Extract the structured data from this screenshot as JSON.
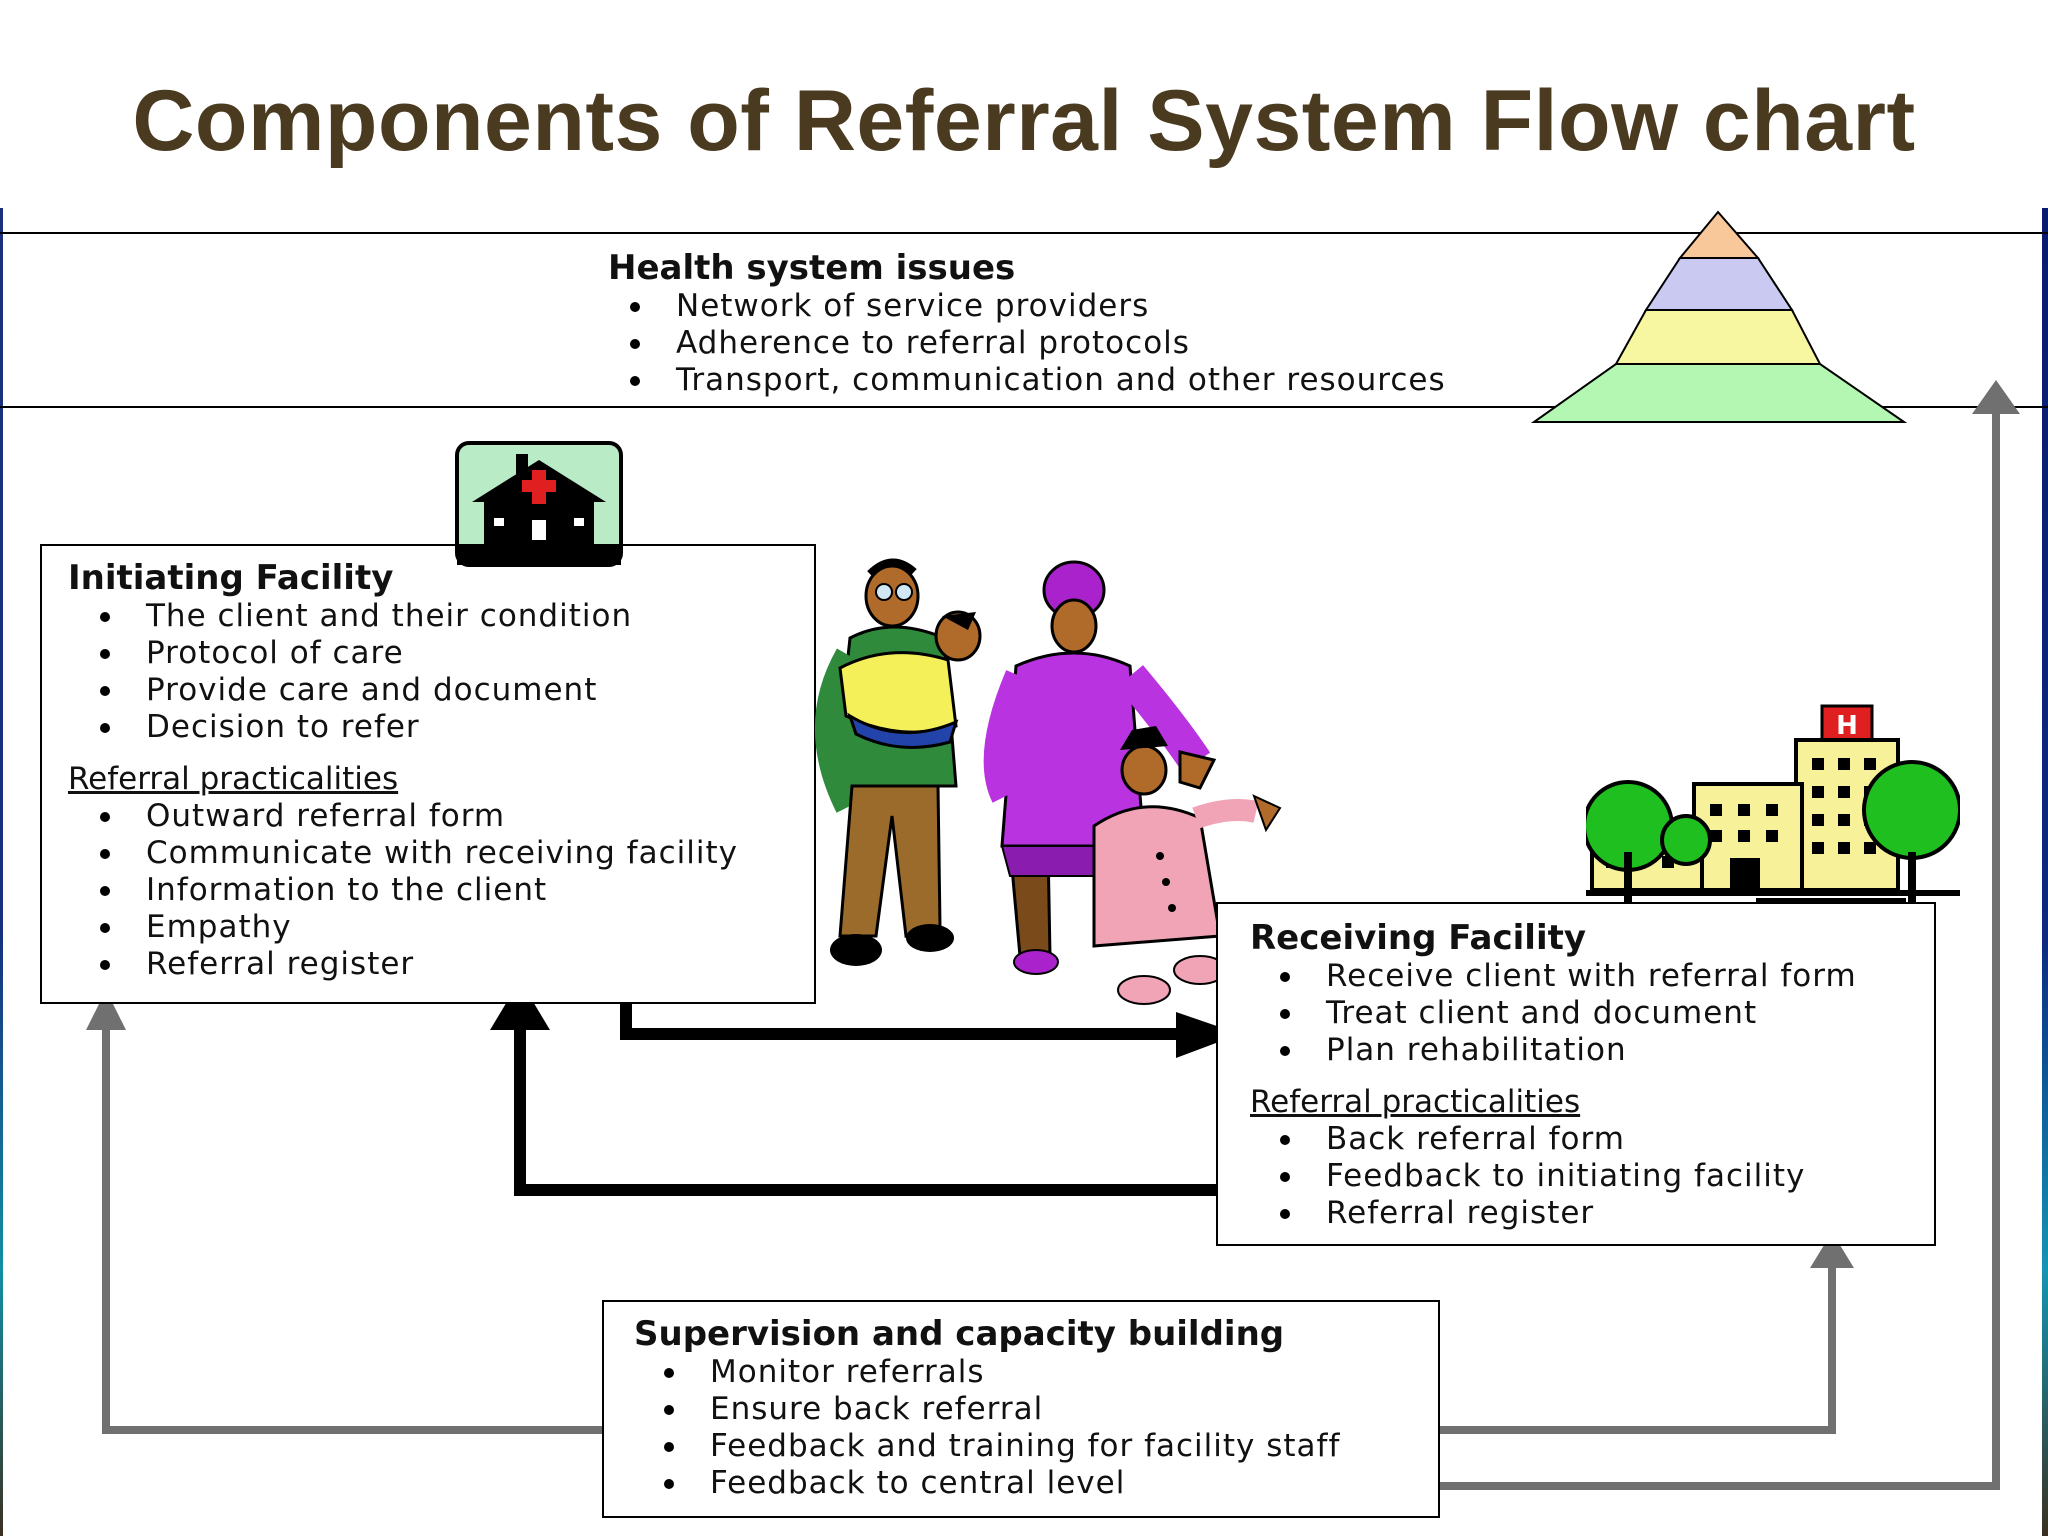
{
  "title": "Components of Referral System Flow chart",
  "health_system": {
    "heading": "Health system issues",
    "items": [
      "Network of service providers",
      "Adherence to referral protocols",
      "Transport, communication and other resources"
    ]
  },
  "initiating": {
    "heading": "Initiating Facility",
    "items": [
      "The client and their condition",
      "Protocol of care",
      "Provide care and document",
      "Decision to refer"
    ],
    "sub_heading": "Referral practicalities",
    "sub_items": [
      "Outward referral form",
      "Communicate with receiving facility",
      "Information to the client",
      "Empathy",
      "Referral register"
    ]
  },
  "receiving": {
    "heading": "Receiving Facility",
    "items": [
      "Receive client with referral form",
      "Treat client and document",
      "Plan rehabilitation"
    ],
    "sub_heading": "Referral practicalities",
    "sub_items": [
      "Back referral form",
      "Feedback to initiating facility",
      "Referral register"
    ]
  },
  "supervision": {
    "heading": "Supervision and capacity building",
    "items": [
      "Monitor referrals",
      "Ensure back referral",
      "Feedback and training for facility staff",
      "Feedback to central level"
    ]
  },
  "hospital_sign": "H",
  "colors": {
    "title": "#4a3a20",
    "pyramid": [
      "#f9c89a",
      "#c9c9f2",
      "#f7f7a2",
      "#b3f7b3"
    ],
    "grey_arrow": "#707070",
    "black_arrow": "#000000"
  }
}
